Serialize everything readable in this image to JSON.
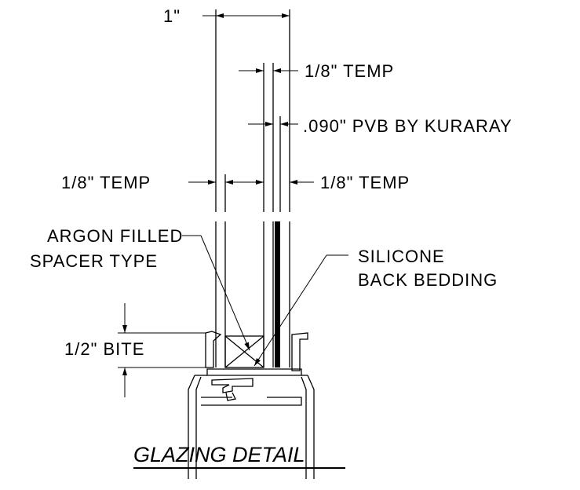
{
  "title": "GLAZING DETAIL",
  "labels": {
    "overall_thickness": "1\"",
    "outer_lite": "1/8\" TEMP",
    "interlayer": ".090\" PVB BY KURARAY",
    "left_lite": "1/8\" TEMP",
    "right_lite": "1/8\" TEMP",
    "spacer_line1": "ARGON FILLED",
    "spacer_line2": "SPACER TYPE",
    "bedding_line1": "SILICONE",
    "bedding_line2": "BACK BEDDING",
    "bite": "1/2\" BITE"
  }
}
